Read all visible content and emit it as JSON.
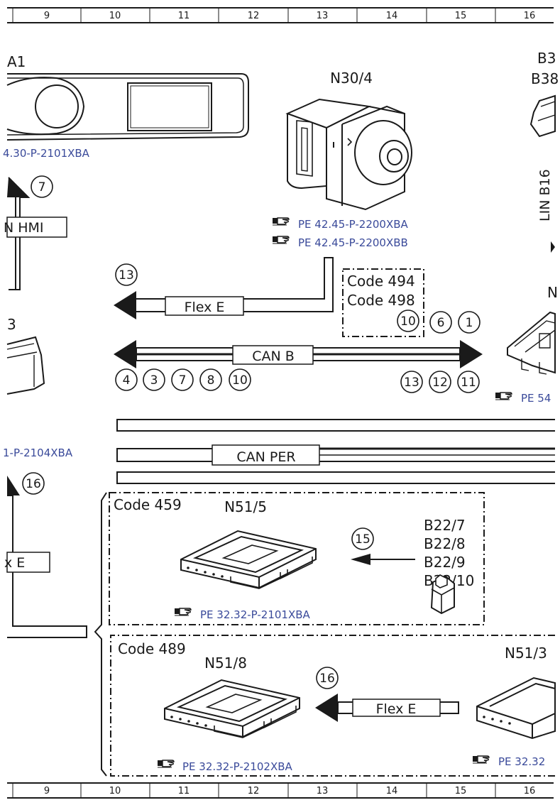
{
  "ruler": {
    "numbers": [
      "9",
      "10",
      "11",
      "12",
      "13",
      "14",
      "15",
      "16"
    ]
  },
  "components": {
    "a1": "A1",
    "n30_4": "N30/4",
    "b3_partial": "B3",
    "b38_partial": "B38",
    "lin_b16": "LIN B16",
    "n_partial": "N",
    "left_3": "3",
    "n51_5": "N51/5",
    "n51_8": "N51/8",
    "n51_3": "N51/3",
    "b22_7": "B22/7",
    "b22_8": "B22/8",
    "b22_9": "B22/9",
    "b22_10": "B22/10"
  },
  "codes": {
    "code_494": "Code 494",
    "code_498": "Code 498",
    "code_459": "Code 459",
    "code_489": "Code 489"
  },
  "buses": {
    "hmi_partial": "N HMI",
    "flex_e_top": "Flex E",
    "can_b": "CAN B",
    "can_per": "CAN PER",
    "flex_e_left_partial": "x E",
    "flex_e_bottom": "Flex E"
  },
  "references": {
    "a1_ref": "4.30-P-2101XBA",
    "n30_ref_1": "PE 42.45-P-2200XBA",
    "n30_ref_2": "PE 42.45-P-2200XBB",
    "right_ref_partial": "PE 54",
    "left_ref_partial": "1-P-2104XBA",
    "n51_5_ref": "PE 32.32-P-2101XBA",
    "n51_8_ref": "PE 32.32-P-2102XBA",
    "n51_3_ref_partial": "PE 32.32"
  },
  "circles": {
    "c7_top": "7",
    "c13_flex": "13",
    "c10_code": "10",
    "c6": "6",
    "c1": "1",
    "c4": "4",
    "c3": "3",
    "c7": "7",
    "c8": "8",
    "c10": "10",
    "c13": "13",
    "c12": "12",
    "c11": "11",
    "c16_left": "16",
    "c15": "15",
    "c16_bottom": "16"
  }
}
